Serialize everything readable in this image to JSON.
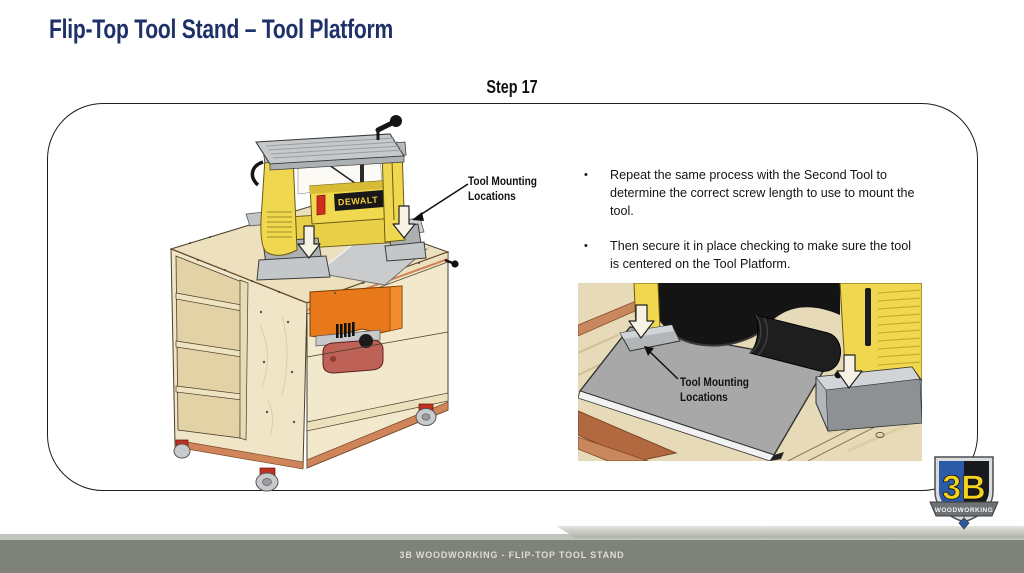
{
  "slide": {
    "title": "Flip-Top Tool Stand – Tool Platform",
    "step_label": "Step 17"
  },
  "content": {
    "bullet_char": "•",
    "bullets": [
      "Repeat the same process with the Second Tool to determine the correct screw length to use to mount the tool.",
      "Then secure it in place checking to make sure the tool is centered on the Tool Platform."
    ],
    "annotation_main": "Tool Mounting Locations",
    "annotation_inset": "Tool Mounting Locations"
  },
  "illustration": {
    "planer_brand": "DEWALT",
    "main_alt": "Flip-top tool stand cart with benchtop planer mounted on tool platform",
    "inset_alt": "Close-up of tool mounting locations at tool base on platform"
  },
  "logo": {
    "monogram": "3B",
    "banner": "WOODWORKING"
  },
  "footer": {
    "text": "3B WOODWORKING - FLIP-TOP TOOL STAND"
  },
  "colors": {
    "title_navy": "#1E3168",
    "footer_bar": "#7E8279",
    "logo_blue": "#2B5AA6",
    "logo_yellow": "#F6D21D",
    "planer_yellow": "#EFD74F",
    "tool_orange": "#E8791B",
    "platform_gray": "#A8A8A8",
    "wood_light": "#EFE3C1",
    "wood_edge": "#D0845A",
    "caster_red": "#C03022"
  }
}
